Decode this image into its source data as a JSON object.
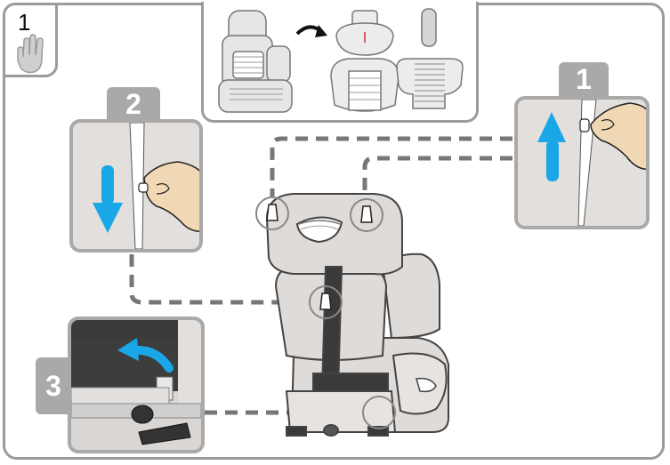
{
  "step_number": "1",
  "callouts": [
    {
      "id": "1",
      "label": "1"
    },
    {
      "id": "2",
      "label": "2"
    },
    {
      "id": "3",
      "label": "3"
    }
  ],
  "icons": {
    "hand": "hand-icon",
    "arrow_up": "arrow-up-icon",
    "arrow_down": "arrow-down-icon",
    "curved_arrow": "curved-arrow-icon"
  },
  "colors": {
    "arrow_blue": "#1aa7e8",
    "frame_grey": "#9b9b9b",
    "tab_grey": "#a9a9a9",
    "seat_fill": "#dedbd8",
    "panel_fill": "#e2dfdc",
    "dark_fabric": "#3a3a3a"
  }
}
